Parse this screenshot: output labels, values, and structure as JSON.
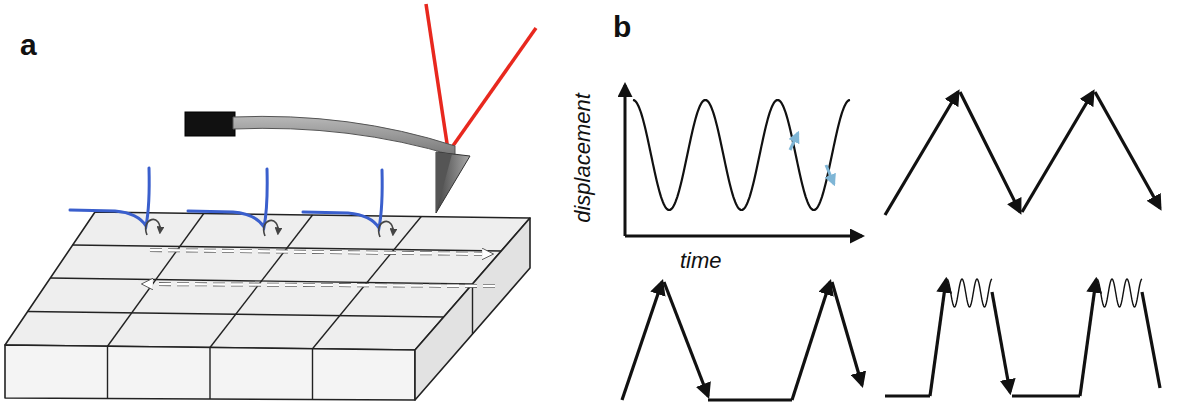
{
  "diagram": {
    "labels": [
      "a",
      "b",
      "displacement",
      "time"
    ]
  }
}
